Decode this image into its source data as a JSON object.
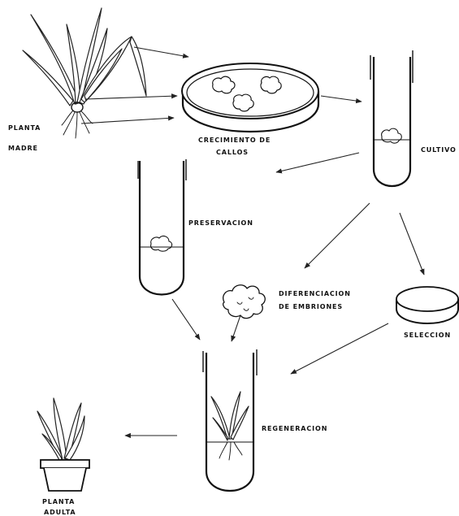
{
  "labels": {
    "planta_madre_line1": "PLANTA",
    "planta_madre_line2": "MADRE",
    "crecimiento_line1": "CRECIMIENTO DE",
    "crecimiento_line2": "CALLOS",
    "cultivo": "CULTIVO",
    "preservacion": "PRESERVACION",
    "diferenciacion_line1": "DIFERENCIACION",
    "diferenciacion_line2": "DE EMBRIONES",
    "seleccion": "SELECCION",
    "regeneracion": "REGENERACION",
    "planta_adulta_line1": "PLANTA",
    "planta_adulta_line2": "ADULTA"
  },
  "colors": {
    "ink": "#111111",
    "background": "#ffffff"
  }
}
